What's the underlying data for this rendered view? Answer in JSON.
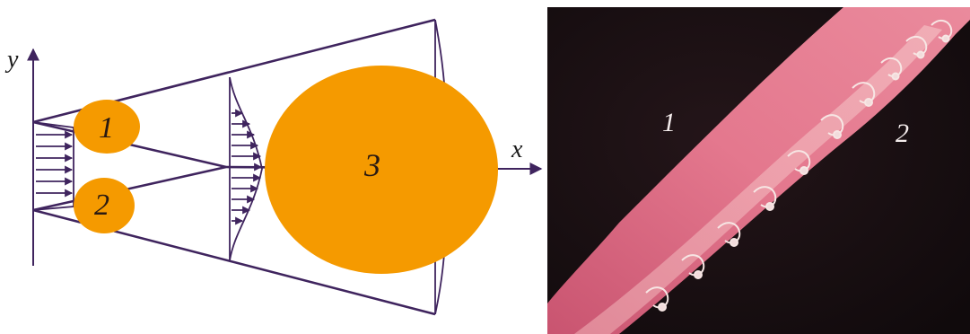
{
  "diagram": {
    "axis_x_label": "x",
    "axis_y_label": "y",
    "zones": [
      {
        "label": "1",
        "color": "#f59a00"
      },
      {
        "label": "2",
        "color": "#f59a00"
      },
      {
        "label": "3",
        "color": "#f59a00"
      }
    ],
    "line_color": "#3f245e"
  },
  "photo": {
    "labels": [
      "1",
      "2"
    ],
    "background_color": "#1a1114",
    "jet_color": "#e2758c"
  }
}
